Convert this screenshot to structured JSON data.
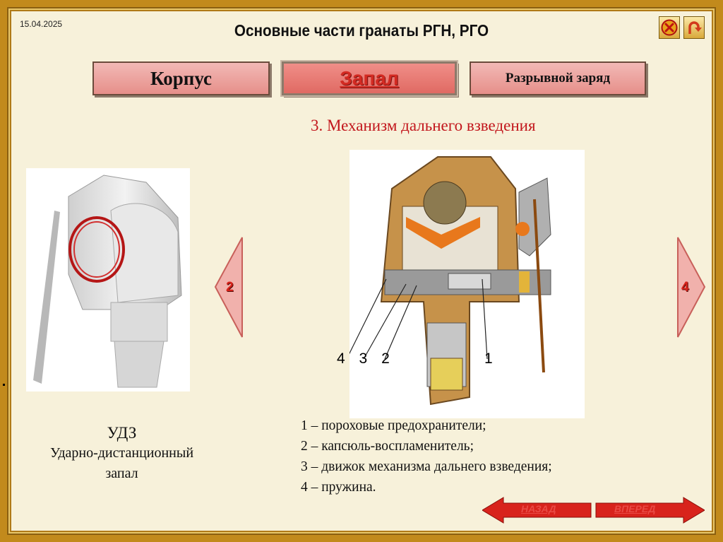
{
  "header": {
    "date": "15.04.2025",
    "title": "Основные части гранаты РГН, РГО"
  },
  "tabs": [
    {
      "label": "Корпус"
    },
    {
      "label": "Запал"
    },
    {
      "label": "Разрывной заряд"
    }
  ],
  "subtitle": "3. Механизм дальнего взведения",
  "left_photo": {
    "caption_title": "УДЗ",
    "caption_line1": "Ударно-дистанционный",
    "caption_line2": "запал"
  },
  "diagram": {
    "callouts": [
      "4",
      "3",
      "2",
      "1"
    ]
  },
  "legend": [
    "1 – пороховые предохранители;",
    "2 – капсюль-воспламенитель;",
    "3 – движок механизма дальнего взведения;",
    "4 – пружина."
  ],
  "side_nav": {
    "prev_label": "2",
    "next_label": "4"
  },
  "bottom_nav": {
    "back_label": "НАЗАД",
    "forward_label": "ВПЕРЕД"
  },
  "icons": {
    "close": "close-icon",
    "return": "return-icon"
  },
  "colors": {
    "frame": "#c28a1c",
    "tab": "#e68f8a",
    "accent_red": "#c2161c"
  }
}
